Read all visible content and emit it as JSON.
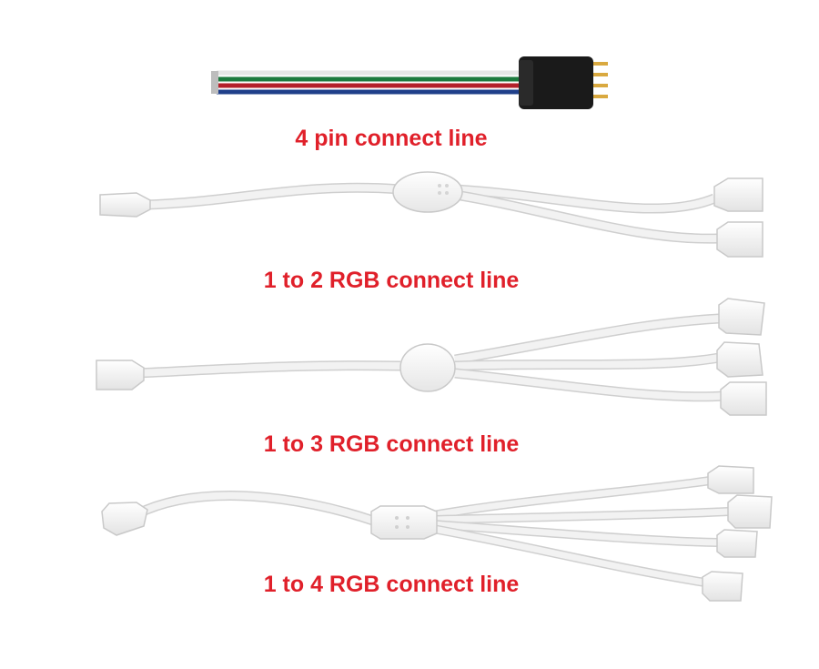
{
  "captions": {
    "four_pin": "4 pin connect line",
    "one_to_two": "1 to 2 RGB connect line",
    "one_to_three": "1 to 3 RGB connect line",
    "one_to_four": "1 to 4 RGB connect line"
  },
  "colors": {
    "caption": "#e0202a",
    "cable": "#f2f2f2",
    "cable_edge": "#c9c9c9",
    "connector": "#1a1a1a",
    "pin": "#d9a940",
    "wire_white": "#ffffff",
    "wire_green": "#1d7a3e",
    "wire_red": "#b3202a",
    "wire_blue": "#1f3f8a"
  }
}
